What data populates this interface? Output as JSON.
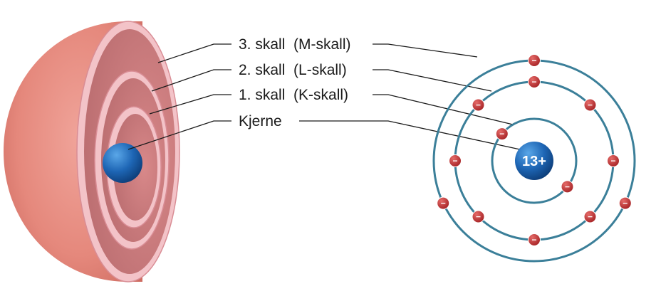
{
  "labels": {
    "shell3": "3. skall  (M-skall)",
    "shell2": "2. skall  (L-skall)",
    "shell1": "1. skall  (K-skall)",
    "nucleus": "Kjerne"
  },
  "nucleus_charge": "13+",
  "electron_symbol": "−",
  "shells": [
    {
      "name": "K",
      "electrons": 2
    },
    {
      "name": "L",
      "electrons": 8
    },
    {
      "name": "M",
      "electrons": 3
    }
  ],
  "colors": {
    "sphere": "#e8857a",
    "shell_ring": "#f3c3c8",
    "orbit": "#3b7f99",
    "nucleus": "#1e66b5",
    "electron": "#c0282a",
    "leader_line": "#1a1a1a"
  }
}
